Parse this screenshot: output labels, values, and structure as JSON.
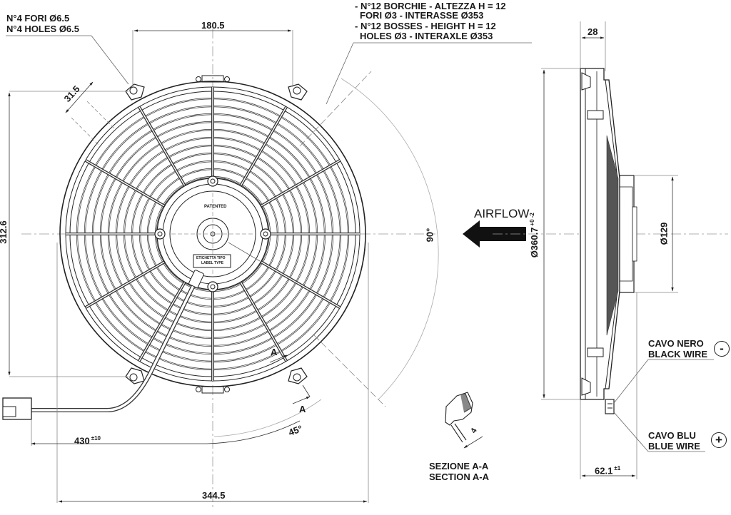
{
  "notes": {
    "mounting_holes": [
      "N°4 FORI Ø6.5",
      "N°4 HOLES Ø6.5"
    ],
    "bosses": [
      "- N°12 BORCHIE - ALTEZZA H = 12",
      "FORI Ø3 - INTERASSE Ø353",
      "- N°12 BOSSES - HEIGHT H = 12",
      "HOLES Ø3 - INTERAXLE Ø353"
    ]
  },
  "front_view": {
    "dims": {
      "top_width": "180.5",
      "slot_spacing": "31.5",
      "height": "312.6",
      "angle_90": "90°",
      "angle_45": "45°",
      "cable_length": "430",
      "cable_tol": "±10",
      "bottom_width": "344.5",
      "equal_mark": "="
    },
    "hub": {
      "patented": "PATENTED",
      "label_line1": "ETICHETTA TIPO",
      "label_line2": "LABEL TYPE"
    },
    "section_marker": "A"
  },
  "airflow": {
    "label": "AIRFLOW",
    "direction": "left"
  },
  "side_view": {
    "dims": {
      "depth": "28",
      "diameter": "Ø360.7",
      "diameter_tol": "+0 -2",
      "motor_diameter": "Ø129",
      "overall_depth": "62.1",
      "overall_depth_tol": "±1"
    },
    "wires": {
      "black": {
        "line1": "CAVO NERO",
        "line2": "BLACK WIRE",
        "polarity": "-"
      },
      "blue": {
        "line1": "CAVO BLU",
        "line2": "BLUE WIRE",
        "polarity": "+"
      }
    }
  },
  "section": {
    "dim": "4",
    "title_it": "SEZIONE A-A",
    "title_en": "SECTION A-A"
  },
  "colors": {
    "line": "#1a1a1a",
    "thin": "#8a8a8a",
    "bg": "#ffffff"
  }
}
